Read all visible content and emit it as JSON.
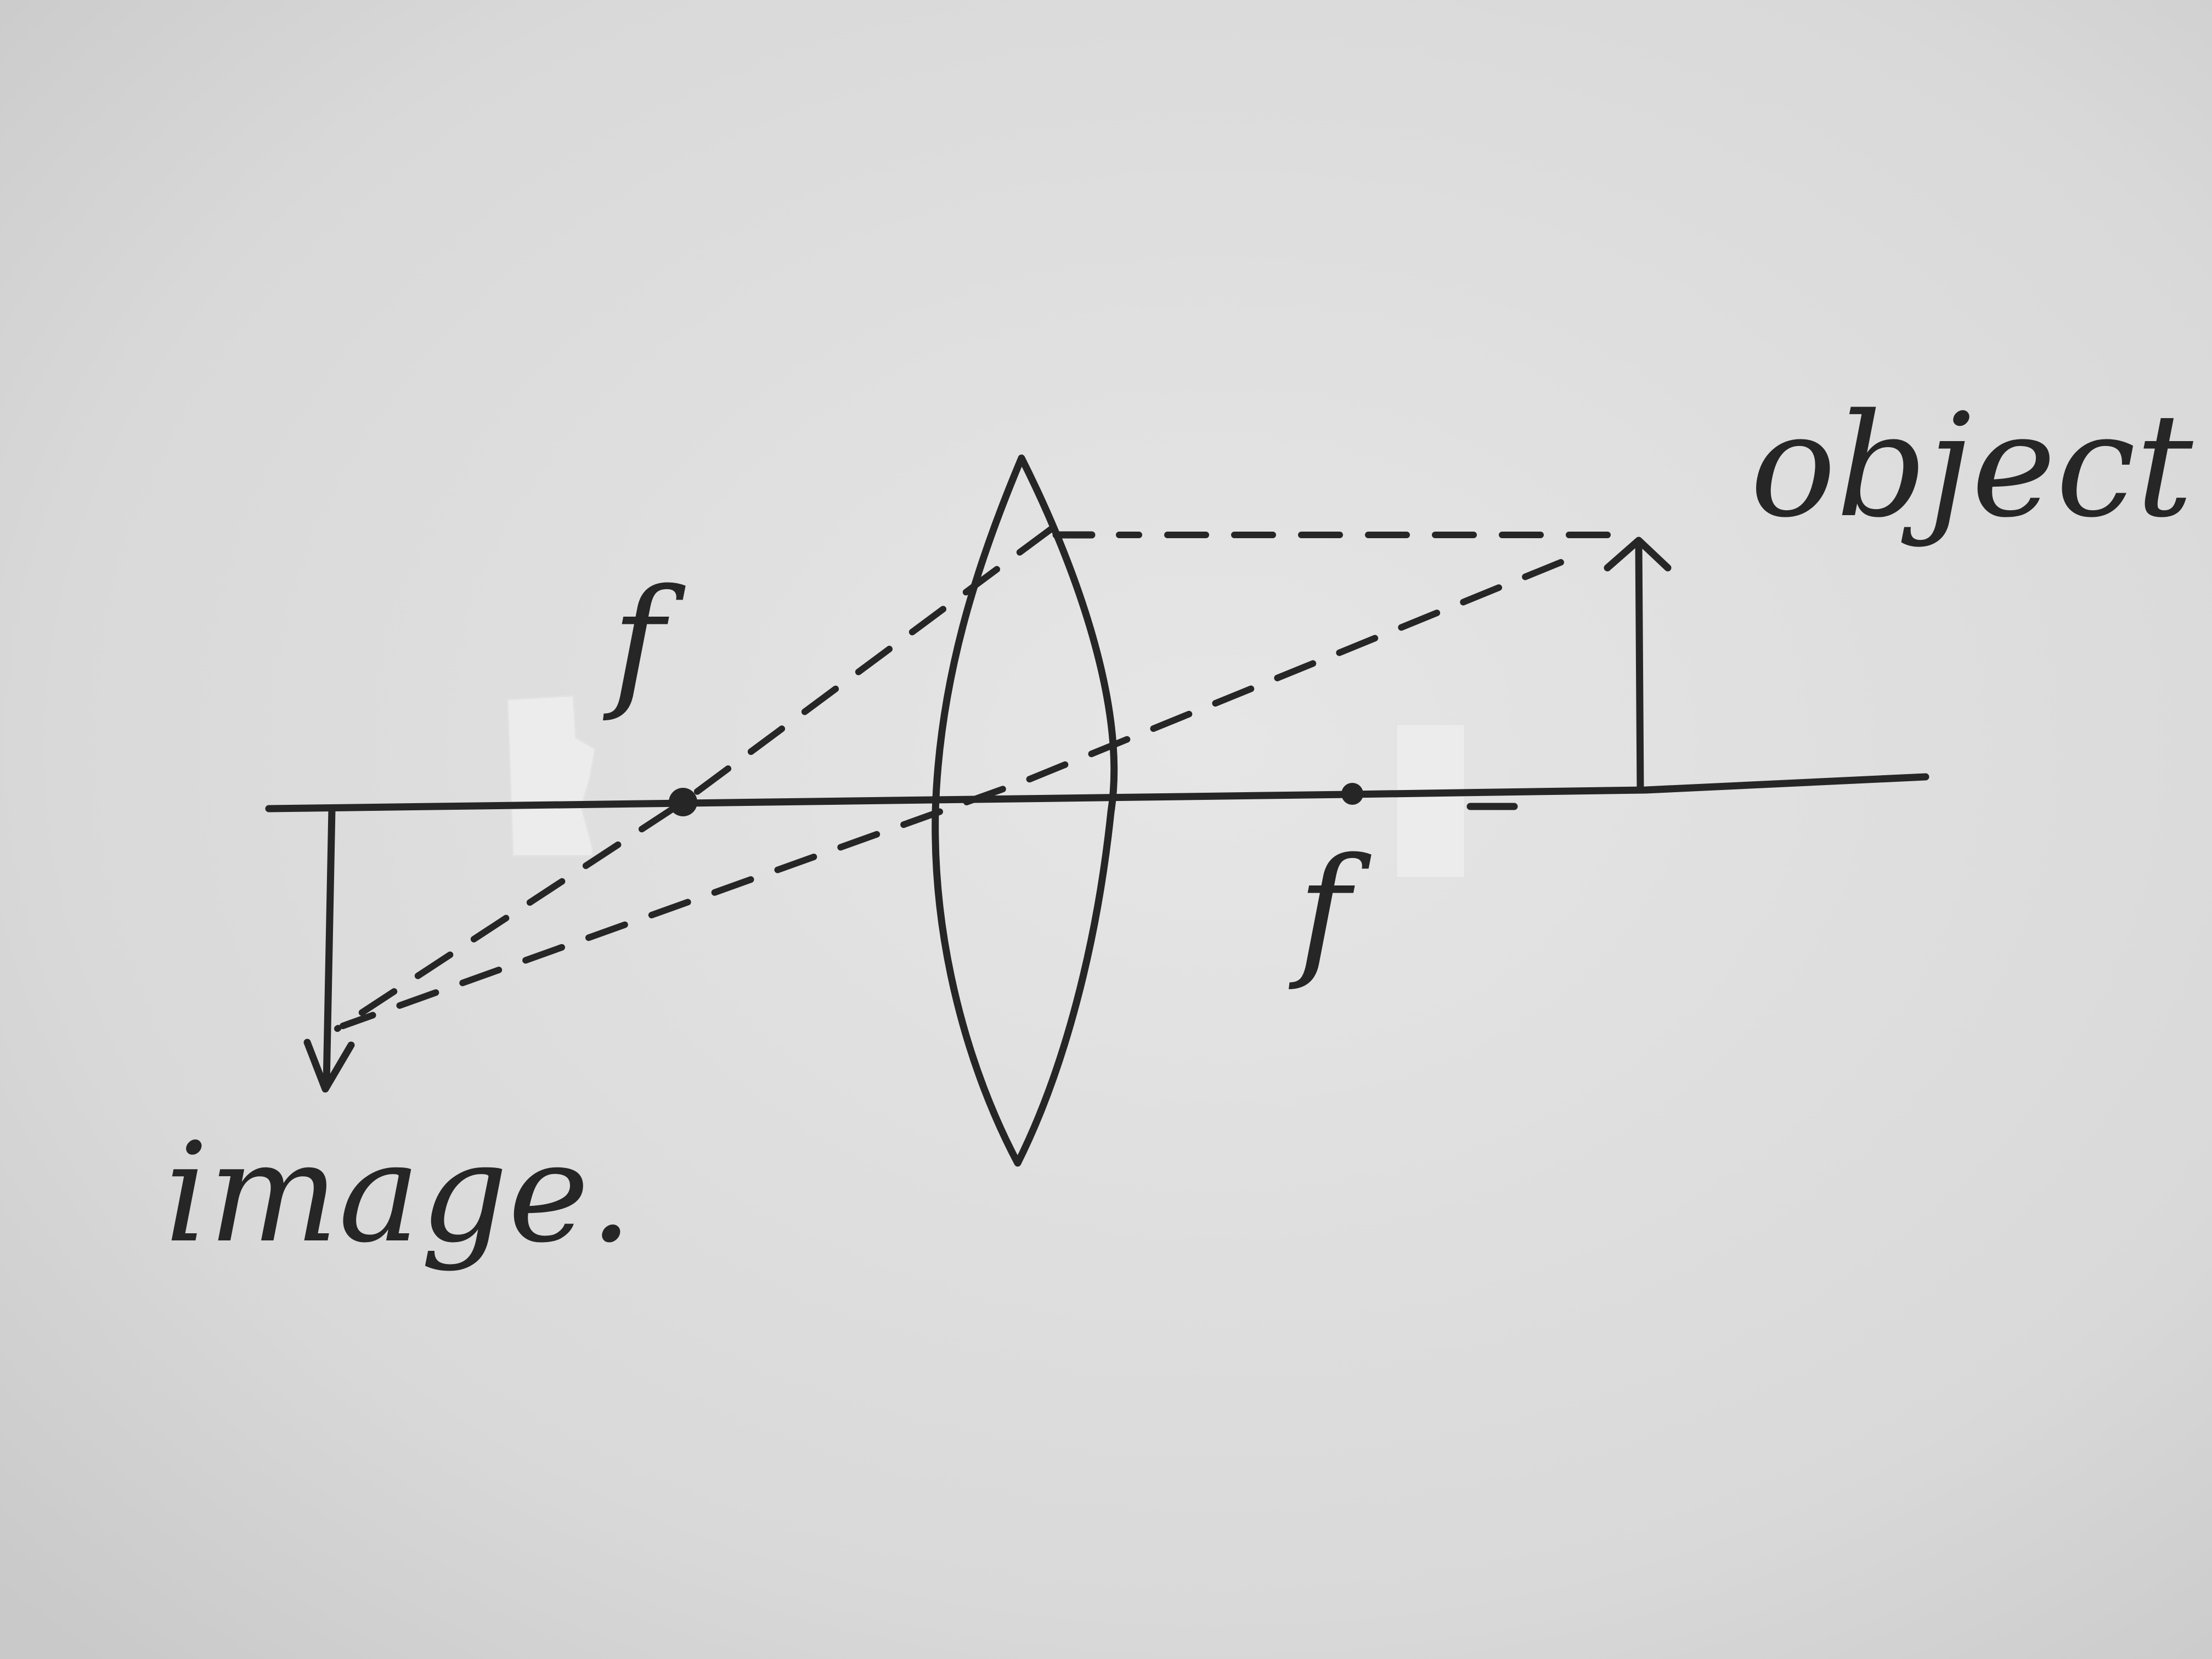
{
  "labels": {
    "object": "object",
    "image": "image.",
    "focal_left": "f",
    "focal_right": "f"
  },
  "colors": {
    "paper": "#dcdcdc",
    "ink": "#262626",
    "tape": "#ececec"
  }
}
